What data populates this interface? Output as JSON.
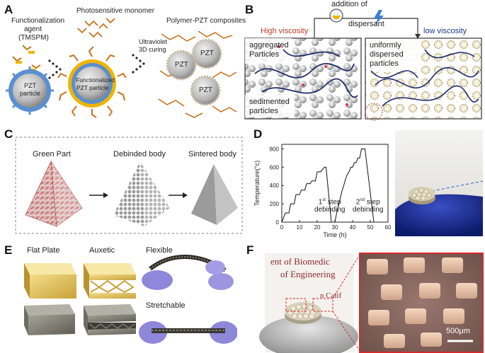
{
  "panels": {
    "a": {
      "letter": "A",
      "functionalization_agent": [
        "Functionalization",
        "agent",
        "(TMSPM)"
      ],
      "photosensitive_monomer": "Photosensitive monomer",
      "uv_curing": [
        "Ultraviolet",
        "3D curing"
      ],
      "composites": "Polymer-PZT composites",
      "pzt_particle": [
        "PZT",
        "particle"
      ],
      "functionalized_particle": [
        "Functionalized",
        "PZT particle"
      ],
      "pzt": "PZT"
    },
    "b": {
      "letter": "B",
      "addition": [
        "addition of",
        "dispersant"
      ],
      "high_viscosity": "High viscosity",
      "low_viscosity": "low viscosity",
      "aggregated": [
        "aggregated",
        "Particles"
      ],
      "sedimented": [
        "sedimented",
        "particles"
      ],
      "dispersed": [
        "uniformly",
        "dispersed",
        "particles"
      ]
    },
    "c": {
      "letter": "C",
      "stages": [
        "Green Part",
        "Debinded body",
        "Sintered body"
      ]
    },
    "d": {
      "letter": "D",
      "first_step": [
        "1",
        "st",
        " step",
        "debinding"
      ],
      "second_step": [
        "2",
        "nd",
        " step",
        "debinding"
      ]
    },
    "e": {
      "letter": "E",
      "labels": [
        "Flat Plate",
        "Auxetic",
        "Flexible",
        "Stretchable"
      ]
    },
    "f": {
      "letter": "F",
      "background_text": [
        "ent of Biomedic",
        "of Engineering",
        "n Calif"
      ],
      "scale_bar": "500μm"
    }
  },
  "chart_data": {
    "type": "line",
    "title": "",
    "xlabel": "Time (h)",
    "ylabel": "Temperature(°c)",
    "xlim": [
      0,
      60
    ],
    "ylim": [
      0,
      850
    ],
    "xticks": [
      0,
      10,
      20,
      30,
      40,
      50,
      60
    ],
    "yticks": [
      0,
      200,
      400,
      600,
      800
    ],
    "grid": false,
    "series": [
      {
        "x": [
          0,
          2,
          4,
          5,
          7,
          8,
          10,
          11,
          13,
          14,
          16,
          17,
          19,
          20,
          22,
          24,
          25,
          28,
          30,
          31,
          32,
          33,
          34,
          35,
          36,
          37,
          38,
          39,
          40,
          41,
          42,
          43,
          44,
          45,
          47,
          52
        ],
        "y": [
          0,
          100,
          100,
          200,
          200,
          300,
          300,
          350,
          350,
          420,
          420,
          450,
          450,
          550,
          550,
          600,
          600,
          0,
          0,
          100,
          180,
          260,
          340,
          400,
          470,
          520,
          550,
          600,
          600,
          650,
          650,
          700,
          700,
          800,
          800,
          0
        ]
      }
    ]
  }
}
